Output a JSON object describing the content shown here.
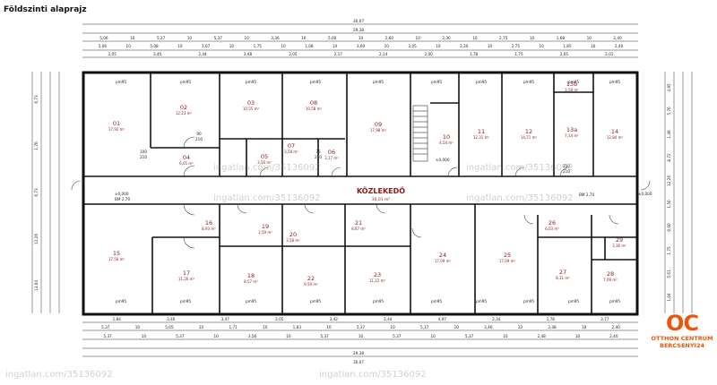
{
  "title": "Földszinti alaprajz",
  "corridor": {
    "name": "KÖZLEKEDŐ",
    "area": "30,01 m²"
  },
  "elevation_labels": [
    "±0,000",
    "±0,000",
    "±0,000"
  ],
  "rooms": [
    {
      "id": "r01",
      "num": "01",
      "area": "17,92 m²"
    },
    {
      "id": "r02",
      "num": "02",
      "area": "12,23 m²"
    },
    {
      "id": "r03",
      "num": "03",
      "area": "10,55 m²"
    },
    {
      "id": "r04",
      "num": "04",
      "area": "6,05 m²"
    },
    {
      "id": "r05",
      "num": "05",
      "area": "3,56 m²"
    },
    {
      "id": "r06",
      "num": "06",
      "area": "3,17 m²"
    },
    {
      "id": "r07",
      "num": "07",
      "area": "3,58 m²"
    },
    {
      "id": "r08",
      "num": "08",
      "area": "10,58 m²"
    },
    {
      "id": "r09",
      "num": "09",
      "area": "17,98 m²"
    },
    {
      "id": "r10",
      "num": "10",
      "area": "4,54 m²"
    },
    {
      "id": "r11",
      "num": "11",
      "area": "12,31 m²"
    },
    {
      "id": "r12",
      "num": "12",
      "area": "14,71 m²"
    },
    {
      "id": "r13a",
      "num": "13a",
      "area": "7,14 m²"
    },
    {
      "id": "r13b",
      "num": "13b",
      "area": "3,58 m²"
    },
    {
      "id": "r14",
      "num": "14",
      "area": "12,84 m²"
    },
    {
      "id": "r15",
      "num": "15",
      "area": "17,56 m²"
    },
    {
      "id": "r16",
      "num": "16",
      "area": "8,93 m²"
    },
    {
      "id": "r17",
      "num": "17",
      "area": "11,26 m²"
    },
    {
      "id": "r18",
      "num": "18",
      "area": "8,57 m²"
    },
    {
      "id": "r19",
      "num": "19",
      "area": "3,59 m²"
    },
    {
      "id": "r20",
      "num": "20",
      "area": "3,58 m²"
    },
    {
      "id": "r21",
      "num": "21",
      "area": "8,87 m²"
    },
    {
      "id": "r22",
      "num": "22",
      "area": "9,59 m²"
    },
    {
      "id": "r23",
      "num": "23",
      "area": "11,12 m²"
    },
    {
      "id": "r24",
      "num": "24",
      "area": "17,09 m²"
    },
    {
      "id": "r25",
      "num": "25",
      "area": "17,09 m²"
    },
    {
      "id": "r26",
      "num": "26",
      "area": "6,03 m²"
    },
    {
      "id": "r27",
      "num": "27",
      "area": "8,31 m²"
    },
    {
      "id": "r28",
      "num": "28",
      "area": "7,09 m²"
    },
    {
      "id": "r29",
      "num": "29",
      "area": "3,36 m²"
    }
  ],
  "dimensions": {
    "top_overall": "30,07",
    "top_second": "29,38",
    "bottom_overall": "30,07",
    "bottom_second": "29,38",
    "top_row1": [
      "5,06",
      "10",
      "5,37",
      "10",
      "5,37",
      "10",
      "3,36",
      "10",
      "5,00",
      "10",
      "2,60",
      "10",
      "2,30",
      "10",
      "2,75",
      "10",
      "1,68",
      "10",
      "2,40"
    ],
    "top_row2": [
      "5,06",
      "10",
      "5,08",
      "10",
      "1,67",
      "10",
      "1,75",
      "10",
      "1,08",
      "10",
      "3,60",
      "10",
      "2,05",
      "10",
      "2,30",
      "10",
      "2,75",
      "10",
      "1,85",
      "10",
      "2,40"
    ],
    "top_row3": [
      "2,05",
      "3,45",
      "2,44",
      "3,48",
      "2,05",
      "2,17",
      "2,14",
      "2,00",
      "1,78",
      "1,75",
      "2,05",
      "2,01"
    ],
    "bottom_row1": [
      "1,84",
      "3,40",
      "3,47",
      "2,05",
      "3,42",
      "2,44",
      "4,97",
      "2,34",
      "1,78",
      "3,77"
    ],
    "bottom_row2": [
      "5,37",
      "10",
      "5,05",
      "10",
      "1,71",
      "10",
      "1,83",
      "10",
      "5,37",
      "10",
      "5,37",
      "10",
      "2,46",
      "10",
      "2,48",
      "10",
      "2,40"
    ],
    "bottom_row3": [
      "5,37",
      "10",
      "5,37",
      "10",
      "3,56",
      "10",
      "5,37",
      "10",
      "5,37",
      "10",
      "5,37",
      "10",
      "2,48",
      "10",
      "2,40"
    ],
    "right_side": [
      "4,95",
      "5,76",
      "1,49",
      "8,72",
      "12,26",
      "1,50",
      "0,60",
      "1,75",
      "5,61",
      "1,04"
    ],
    "left_side": [
      "6,73",
      "1,70",
      "6,73",
      "12,26",
      "13,04"
    ],
    "door_labels": [
      "100",
      "210",
      "90",
      "210",
      "75",
      "210",
      "150",
      "210"
    ],
    "window_label": "pm95",
    "bm_labels": [
      "BM 2,70",
      "BM 2,70"
    ]
  },
  "watermarks": [
    "ingatlan.com/35136092",
    "ingatlan.com/35136092",
    "ingatlan.com/35136092",
    "ingatlan.com/35136092",
    "ingatlan.com/35136092",
    "ingatlan.com/35136092"
  ],
  "logo": {
    "mark": "OC",
    "line1": "OTTHON CENTRUM",
    "line2": "BERCSENYI24"
  },
  "colors": {
    "room_label": "#8b1a1a",
    "wall": "#111111",
    "logo": "#e8580c"
  }
}
